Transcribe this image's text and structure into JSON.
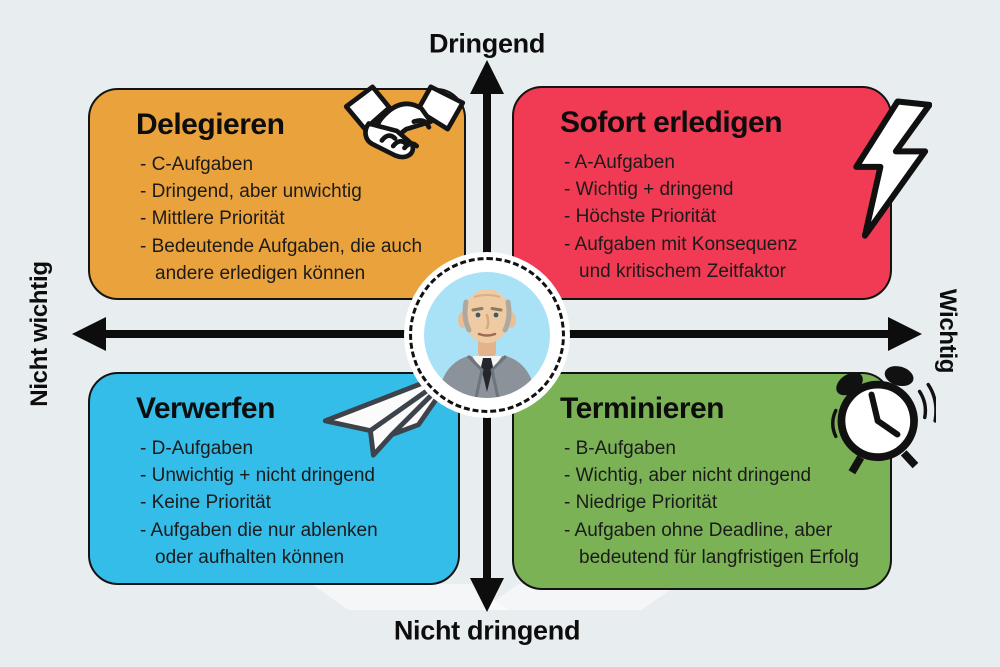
{
  "canvas": {
    "background": "#E8EDEF"
  },
  "axes": {
    "top_label": "Dringend",
    "bottom_label": "Nicht dringend",
    "left_label": "Nicht wichtig",
    "right_label": "Wichtig",
    "color": "#0D0D0D"
  },
  "center": {
    "icon": "eisenhower-portrait"
  },
  "quadrants": [
    {
      "title": "Delegieren",
      "color": "#EAA23C",
      "icon": "handshake-icon",
      "items": [
        "- C-Aufgaben",
        "- Dringend, aber unwichtig",
        "- Mittlere Priorität",
        "- Bedeutende Aufgaben, die auch\nandere erledigen können"
      ]
    },
    {
      "title": "Sofort erledigen",
      "color": "#F13A53",
      "icon": "lightning-icon",
      "items": [
        "- A-Aufgaben",
        "- Wichtig + dringend",
        "- Höchste Priorität",
        "- Aufgaben mit Konsequenz\nund kritischem Zeitfaktor"
      ]
    },
    {
      "title": "Verwerfen",
      "color": "#35BDE9",
      "icon": "paper-plane-icon",
      "items": [
        "- D-Aufgaben",
        "- Unwichtig + nicht dringend",
        "- Keine Priorität",
        "- Aufgaben die nur ablenken\noder aufhalten können"
      ]
    },
    {
      "title": "Terminieren",
      "color": "#7BB256",
      "icon": "alarm-clock-icon",
      "items": [
        "- B-Aufgaben",
        "- Wichtig, aber nicht dringend",
        "- Niedrige Priorität",
        "- Aufgaben ohne Deadline, aber\nbedeutend für langfristigen Erfolg"
      ]
    }
  ]
}
